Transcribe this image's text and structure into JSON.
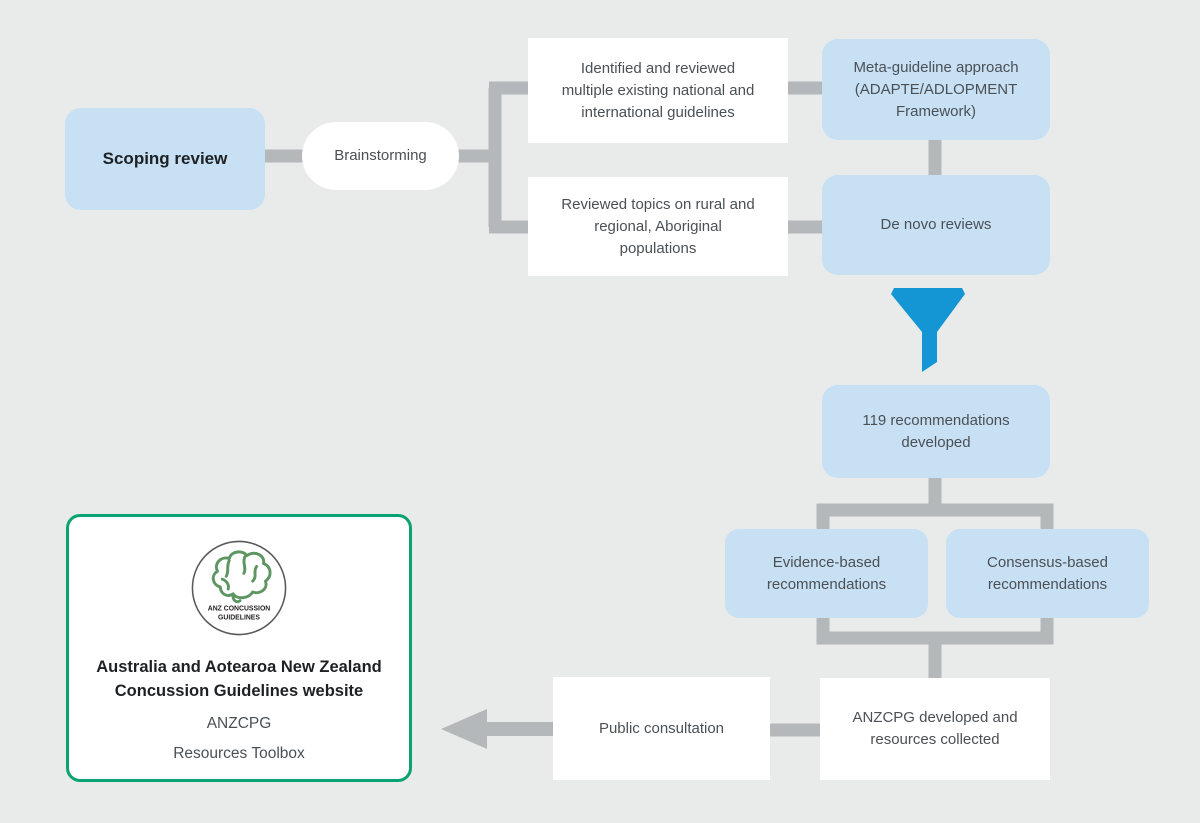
{
  "diagram_title": "ANZ Concussion Guidelines development flowchart",
  "colors": {
    "bg": "#e9eaea",
    "box_blue": "#c7e0f4",
    "box_white": "#ffffff",
    "connector": "#b5b8ba",
    "funnel": "#1496d5",
    "green_border": "#0aa173",
    "text": "#4b5055",
    "text_dark": "#1e2124",
    "logo_green": "#5e9663",
    "logo_ring": "#58595b",
    "logo_text": "#231f20"
  },
  "nodes": {
    "scoping_review": {
      "label": "Scoping review"
    },
    "brainstorming": {
      "label": "Brainstorming"
    },
    "identified": {
      "label": "Identified and reviewed multiple existing national and international guidelines"
    },
    "reviewed_topics": {
      "label": "Reviewed topics on rural and regional, Aboriginal populations"
    },
    "meta_guideline": {
      "label": "Meta-guideline approach (ADAPTE/ADLOPMENT Framework)"
    },
    "de_novo": {
      "label": "De novo reviews"
    },
    "recommendations_119": {
      "label": "119 recommendations developed"
    },
    "evidence_based": {
      "label": "Evidence-based recommendations"
    },
    "consensus_based": {
      "label": "Consensus-based recommendations"
    },
    "anzcpg_developed": {
      "label": "ANZCPG developed and resources collected"
    },
    "public_consultation": {
      "label": "Public consultation"
    },
    "website": {
      "logo_line1": "ANZ CONCUSSION",
      "logo_line2": "GUIDELINES",
      "title": "Australia and Aotearoa New Zealand Concussion Guidelines website",
      "subtitle1": "ANZCPG",
      "subtitle2": "Resources Toolbox"
    }
  },
  "icons": {
    "funnel": "funnel-icon",
    "arrow_left": "arrow-left-icon",
    "logo": "anz-concussion-guidelines-logo"
  }
}
